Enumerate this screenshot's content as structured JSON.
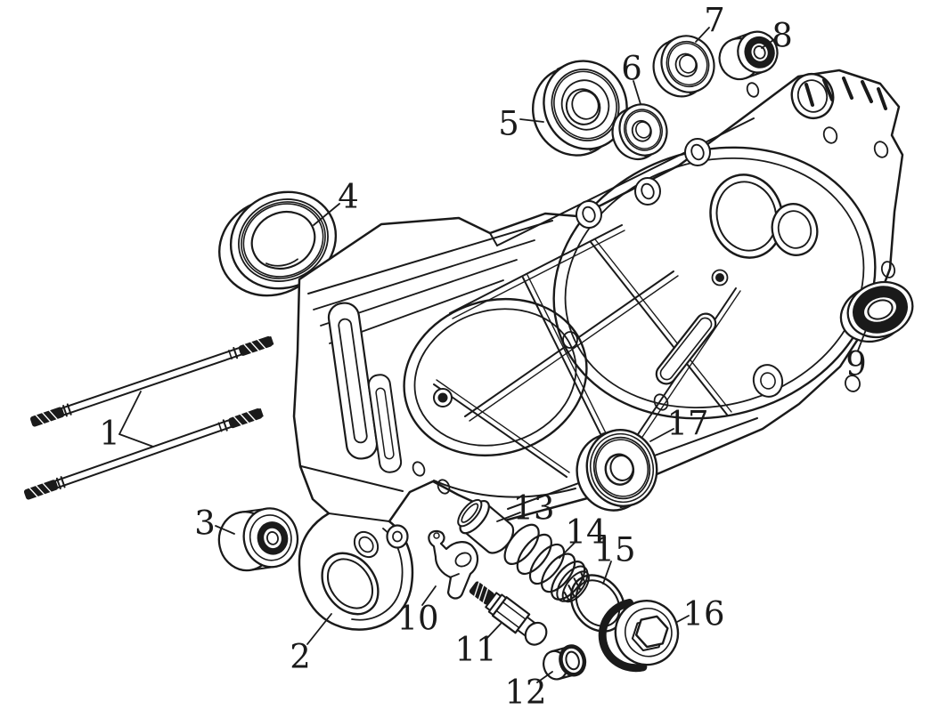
{
  "diagram": {
    "description": "Black-and-white exploded parts line drawing of a scooter engine crankcase assembly with 17 numbered callouts",
    "background_color": "#ffffff",
    "line_color": "#1a1a1a",
    "callouts": [
      {
        "number": "1"
      },
      {
        "number": "2"
      },
      {
        "number": "3"
      },
      {
        "number": "4"
      },
      {
        "number": "5"
      },
      {
        "number": "6"
      },
      {
        "number": "7"
      },
      {
        "number": "8"
      },
      {
        "number": "9"
      },
      {
        "number": "10"
      },
      {
        "number": "11"
      },
      {
        "number": "12"
      },
      {
        "number": "13"
      },
      {
        "number": "14"
      },
      {
        "number": "15"
      },
      {
        "number": "16"
      },
      {
        "number": "17"
      }
    ]
  }
}
